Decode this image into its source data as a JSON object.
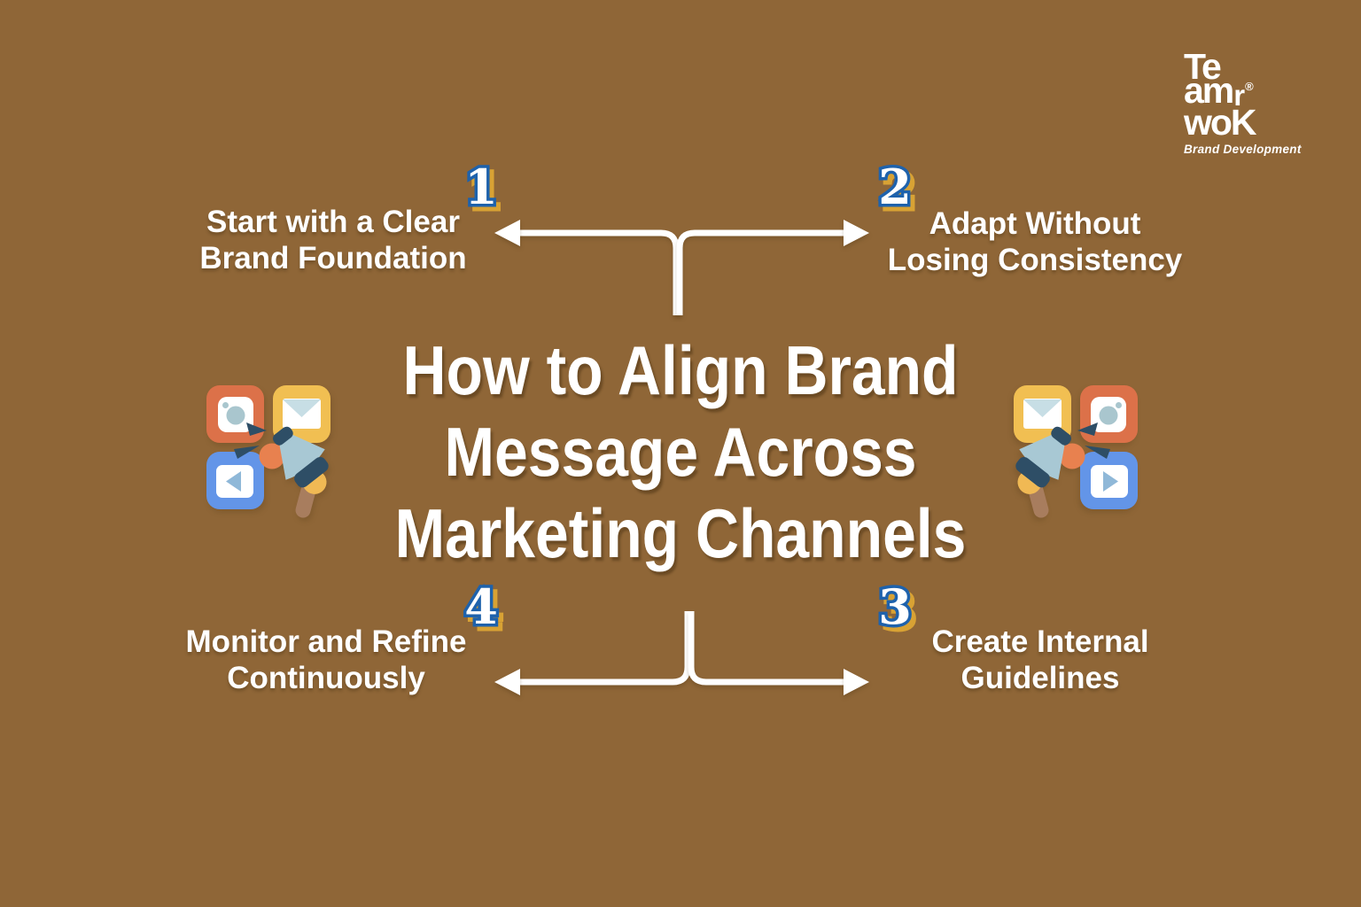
{
  "colors": {
    "background": "#8F6637",
    "text": "#FFFFFF",
    "numberFill": "#FFFFFF",
    "numberOutline": "#1E62AC",
    "numberShadow": "#D8A234",
    "arrow": "#FFFFFF",
    "tileOrange": "#DC7149",
    "tileYellow": "#F1BF52",
    "tileBlue": "#6395E8",
    "iconLightBlue": "#A9C6CE",
    "envelopeFlap": "#C7DEE5",
    "playTriangle": "#8FB8D8",
    "megaphoneHorn": "#A8C8D4",
    "megaphoneNavy": "#2E4E66",
    "megaphoneHandle": "#A87D5E",
    "accentOrangeCircle": "#E8814F",
    "accentYellowKnob": "#F0B954"
  },
  "logo": {
    "line1": "Te",
    "line2": "am",
    "line2_suffix": "r",
    "registered_mark": "®",
    "line3": "woK",
    "tagline": "Brand Development"
  },
  "title": {
    "line1": "How to Align Brand",
    "line2": "Message Across",
    "line3": "Marketing Channels"
  },
  "steps": [
    {
      "number": "1",
      "line1": "Start with a Clear",
      "line2": "Brand Foundation",
      "position": "top-left"
    },
    {
      "number": "2",
      "line1": "Adapt Without",
      "line2": "Losing Consistency",
      "position": "top-right"
    },
    {
      "number": "3",
      "line1": "Create Internal",
      "line2": "Guidelines",
      "position": "bottom-right"
    },
    {
      "number": "4",
      "line1": "Monitor and Refine",
      "line2": "Continuously",
      "position": "bottom-left"
    }
  ],
  "icons": {
    "clusters": [
      "instagram-icon",
      "email-icon",
      "video-player-icon",
      "megaphone-icon",
      "sound-lines-icon"
    ]
  }
}
